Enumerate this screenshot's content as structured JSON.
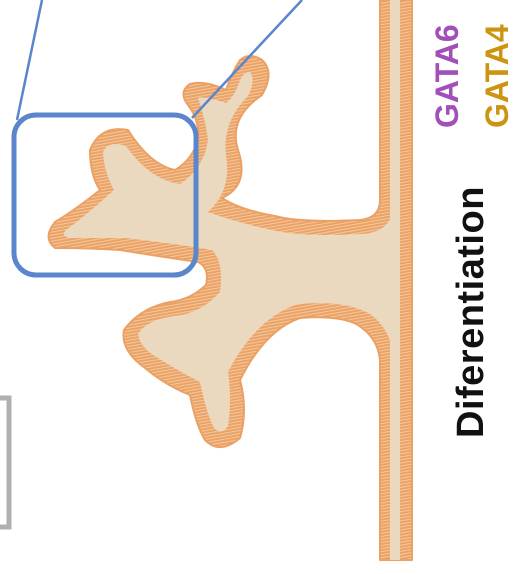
{
  "labels": {
    "differentiation": "Diferentiation",
    "gata6": "GATA6",
    "gata4": "GATA4"
  },
  "colors": {
    "tissue_fill": "#ead9bf",
    "tissue_edge": "#eba164",
    "zoom_box": "#5b86cc",
    "gray_box": "#b0b0b0",
    "gata6": "#a050b8",
    "gata4": "#cc9410",
    "text": "#111111"
  }
}
